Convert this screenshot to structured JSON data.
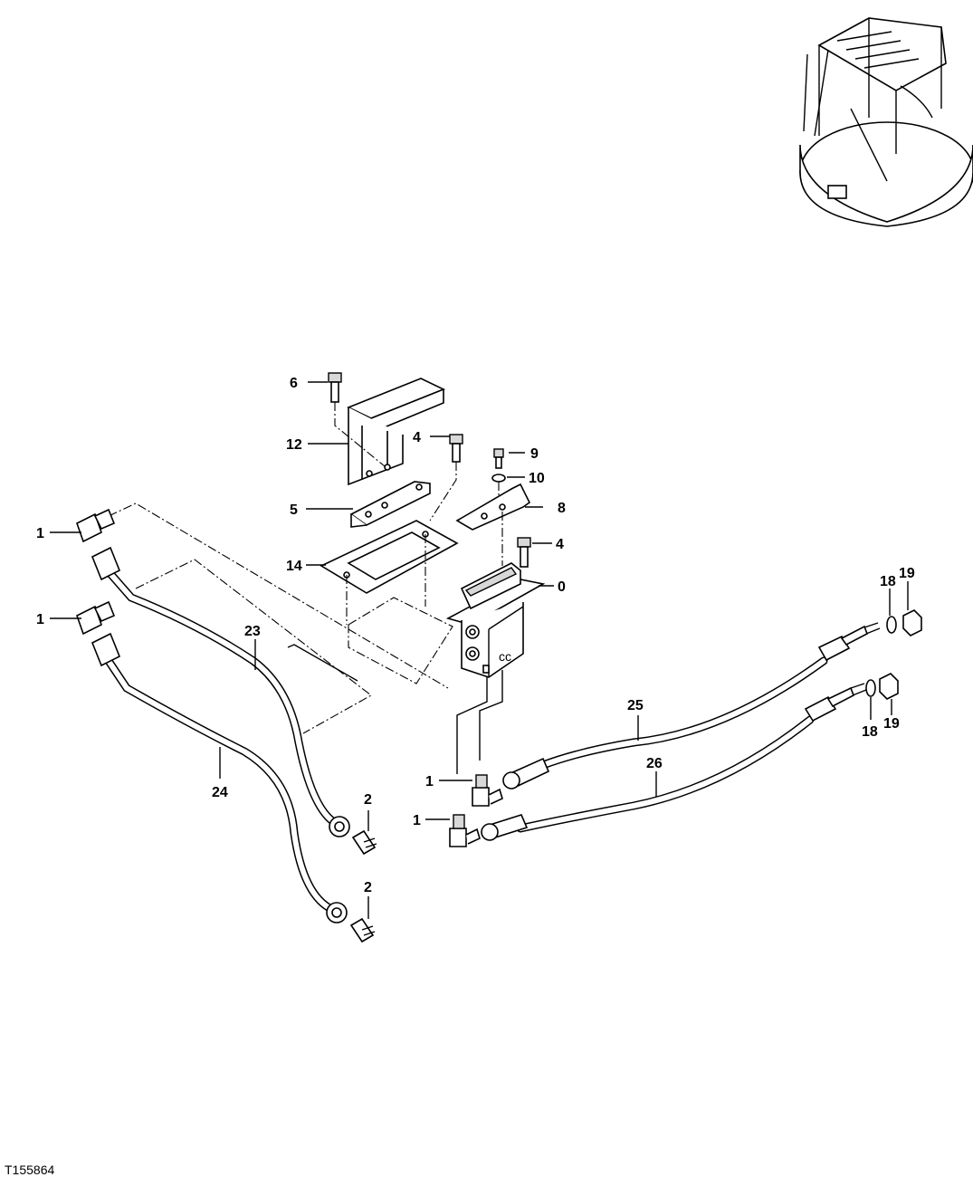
{
  "figure_id": "T155864",
  "callouts": {
    "c0": "0",
    "c1a": "1",
    "c1b": "1",
    "c1c": "1",
    "c1d": "1",
    "c2a": "2",
    "c2b": "2",
    "c4a": "4",
    "c4b": "4",
    "c5": "5",
    "c6": "6",
    "c8": "8",
    "c9": "9",
    "c10": "10",
    "c12": "12",
    "c14": "14",
    "c18a": "18",
    "c18b": "18",
    "c19a": "19",
    "c19b": "19",
    "c23": "23",
    "c24": "24",
    "c25": "25",
    "c26": "26"
  }
}
